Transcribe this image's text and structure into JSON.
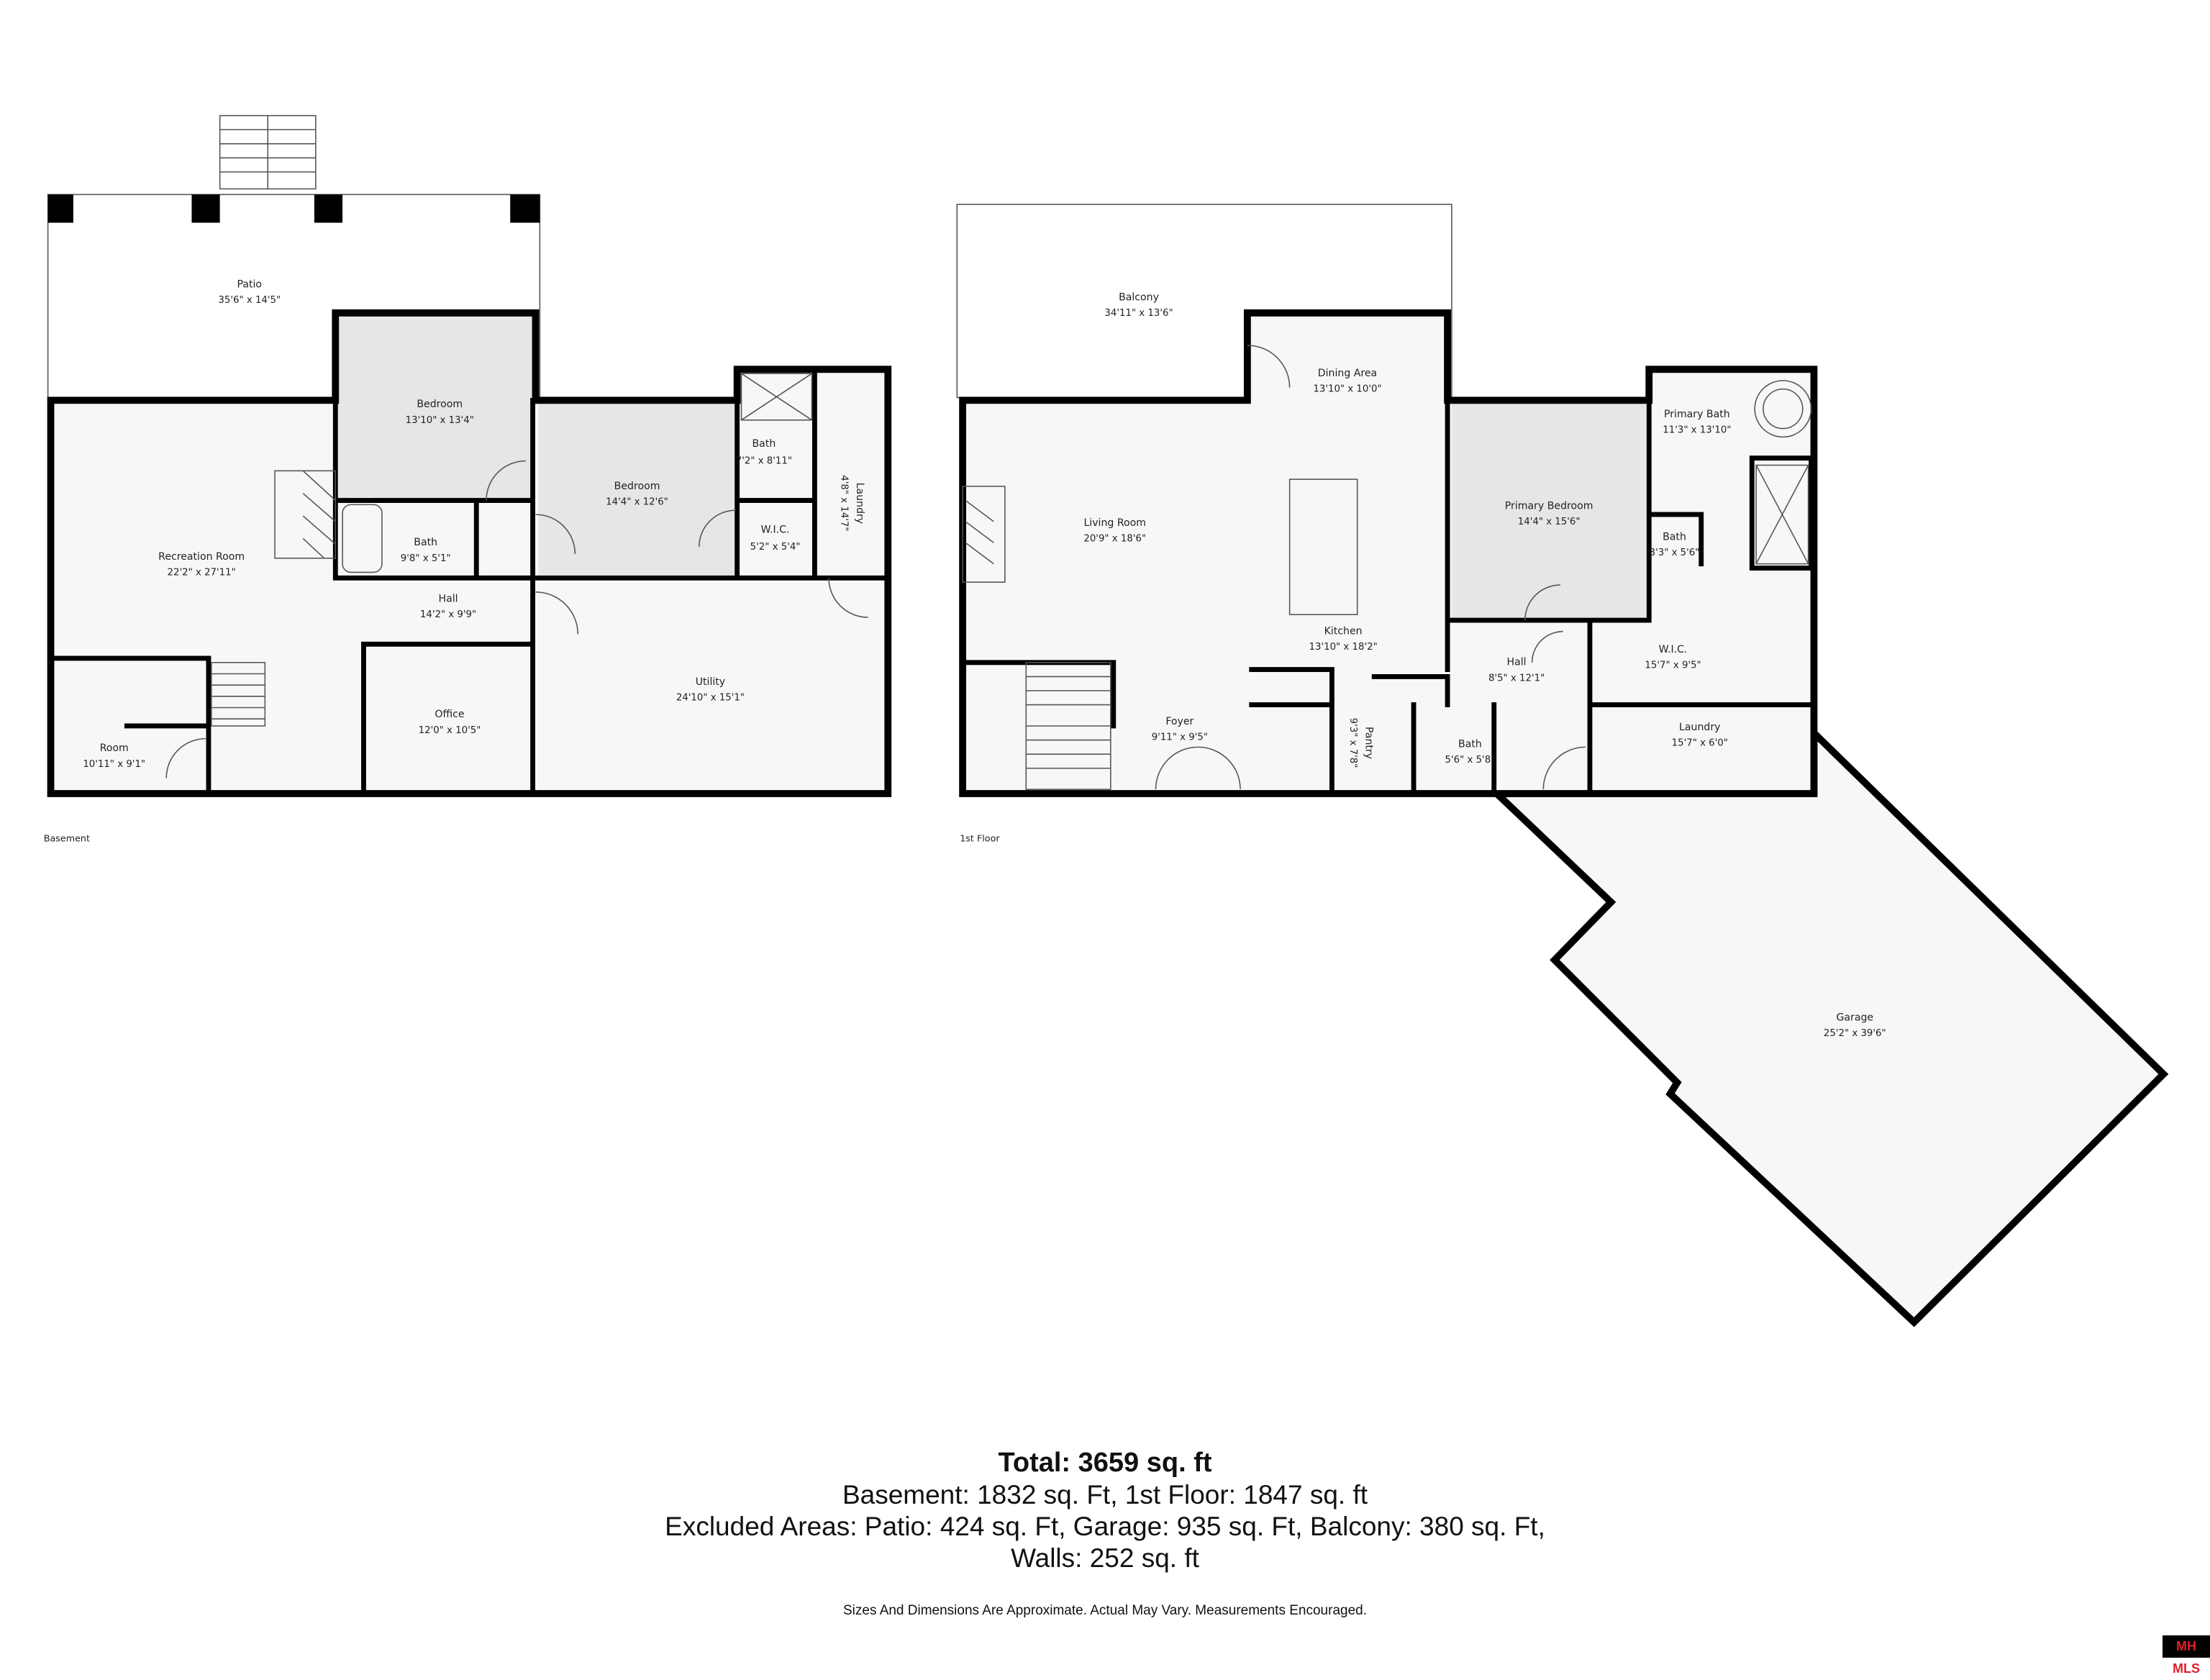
{
  "basement": {
    "label": "Basement",
    "rooms": [
      {
        "name": "Patio",
        "dims": "35'6\" x 14'5\""
      },
      {
        "name": "Bedroom",
        "dims": "13'10\" x 13'4\""
      },
      {
        "name": "Bedroom",
        "dims": "14'4\" x 12'6\""
      },
      {
        "name": "Bath",
        "dims": "7'2\" x 8'11\""
      },
      {
        "name": "Laundry",
        "dims": "4'8\" x 14'7\""
      },
      {
        "name": "W.I.C.",
        "dims": "5'2\" x 5'4\""
      },
      {
        "name": "Recreation Room",
        "dims": "22'2\" x 27'11\""
      },
      {
        "name": "Bath",
        "dims": "9'8\" x 5'1\""
      },
      {
        "name": "Hall",
        "dims": "14'2\" x 9'9\""
      },
      {
        "name": "Utility",
        "dims": "24'10\" x 15'1\""
      },
      {
        "name": "Office",
        "dims": "12'0\" x 10'5\""
      },
      {
        "name": "Room",
        "dims": "10'11\" x 9'1\""
      }
    ]
  },
  "first_floor": {
    "label": "1st Floor",
    "rooms": [
      {
        "name": "Balcony",
        "dims": "34'11\" x 13'6\""
      },
      {
        "name": "Dining Area",
        "dims": "13'10\" x 10'0\""
      },
      {
        "name": "Primary Bath",
        "dims": "11'3\" x 13'10\""
      },
      {
        "name": "Living Room",
        "dims": "20'9\" x 18'6\""
      },
      {
        "name": "Primary Bedroom",
        "dims": "14'4\" x 15'6\""
      },
      {
        "name": "Bath",
        "dims": "3'3\" x 5'6\""
      },
      {
        "name": "Kitchen",
        "dims": "13'10\" x 18'2\""
      },
      {
        "name": "Hall",
        "dims": "8'5\" x 12'1\""
      },
      {
        "name": "W.I.C.",
        "dims": "15'7\" x 9'5\""
      },
      {
        "name": "Foyer",
        "dims": "9'11\" x 9'5\""
      },
      {
        "name": "Pantry",
        "dims": "9'3\" x 7'8\""
      },
      {
        "name": "Bath",
        "dims": "5'6\" x 5'8\""
      },
      {
        "name": "Laundry",
        "dims": "15'7\" x 6'0\""
      },
      {
        "name": "Garage",
        "dims": "25'2\" x 39'6\""
      }
    ]
  },
  "summary": {
    "total": "Total: 3659 sq. ft",
    "floors": "Basement: 1832 sq. Ft, 1st Floor: 1847 sq. ft",
    "excluded": "Excluded Areas: Patio: 424 sq. Ft, Garage: 935 sq. Ft, Balcony: 380 sq. Ft,",
    "walls": "Walls: 252 sq. ft",
    "disclaimer": "Sizes And Dimensions Are Approximate. Actual May Vary. Measurements Encouraged."
  },
  "badge": "MH MLS",
  "colors": {
    "wall": "#000000",
    "bedroom_fill": "#e6e6e6",
    "room_fill": "#f7f7f7",
    "badge_text": "#e0202a"
  }
}
